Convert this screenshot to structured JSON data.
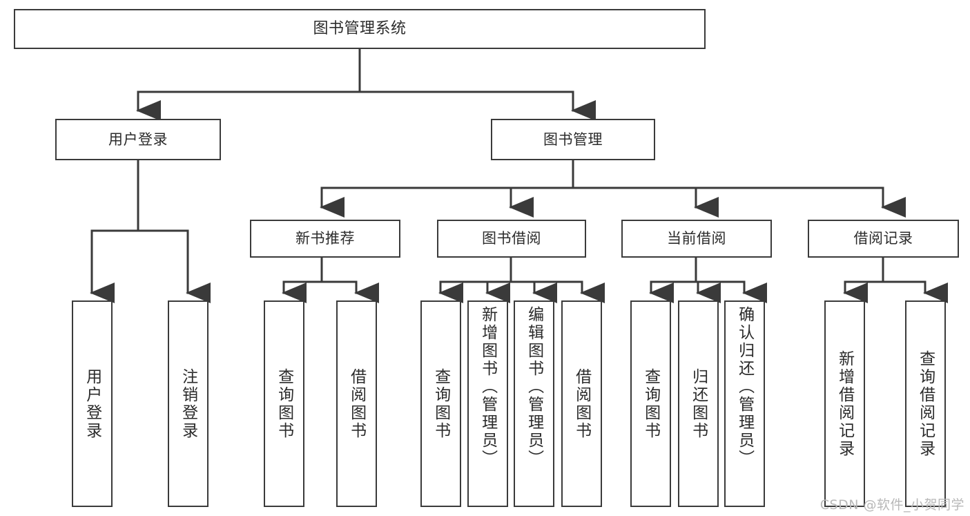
{
  "diagram": {
    "title": "图书管理系统",
    "type": "tree",
    "theme": {
      "border_color": "#3a3a3a",
      "edge_color": "#3a3a3a",
      "text_color": "#2b2b2b",
      "background": "#ffffff",
      "watermark_color": "#b8b8b8"
    },
    "root": {
      "label": "图书管理系统"
    },
    "level1": [
      {
        "label": "用户登录"
      },
      {
        "label": "图书管理"
      }
    ],
    "level2": [
      {
        "label": "新书推荐"
      },
      {
        "label": "图书借阅"
      },
      {
        "label": "当前借阅"
      },
      {
        "label": "借阅记录"
      }
    ],
    "leaves": {
      "user_login": [
        {
          "label": "用户登录"
        },
        {
          "label": "注销登录"
        }
      ],
      "new_book": [
        {
          "label": "查询图书"
        },
        {
          "label": "借阅图书"
        }
      ],
      "borrow_book": [
        {
          "label": "查询图书"
        },
        {
          "label": "新增图书（管理员）"
        },
        {
          "label": "编辑图书（管理员）"
        },
        {
          "label": "借阅图书"
        }
      ],
      "current_borrow": [
        {
          "label": "查询图书"
        },
        {
          "label": "归还图书"
        },
        {
          "label": "确认归还（管理员）"
        }
      ],
      "borrow_record": [
        {
          "label": "新增借阅记录"
        },
        {
          "label": "查询借阅记录"
        }
      ]
    }
  },
  "watermark": {
    "text": "CSDN @软件_小贺同学"
  }
}
